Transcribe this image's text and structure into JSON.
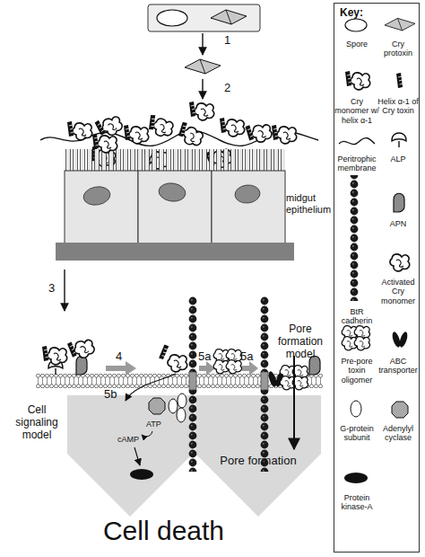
{
  "diagram": {
    "nodes": [
      {
        "text": [
          "Key:"
        ]
      },
      {
        "text": [
          "Pore formation"
        ]
      }
    ],
    "labels": [
      "1",
      "2",
      "midgut epithelium",
      "3",
      "Pore formation model",
      "4",
      "5a",
      "5a",
      "Cell signaling model",
      "5b",
      "ATP",
      "cAMP",
      "Cell death"
    ],
    "legend": [
      {
        "text": "Spore"
      },
      {
        "text": "Cry protoxin"
      },
      {
        "text": "Cry monomer w/ helix α-1"
      },
      {
        "text": "Helix α-1 of Cry toxin"
      },
      {
        "text": "Peritrophic membrane"
      },
      {
        "text": "ALP"
      },
      {
        "text": "BtR cadherin"
      },
      {
        "text": "APN"
      },
      {
        "text": "Activated Cry monomer"
      },
      {
        "text": "Pre-pore toxin oligomer"
      },
      {
        "text": "ABC transporter"
      },
      {
        "text": "G-protein subunit"
      },
      {
        "text": "Adenylyl cyclase"
      },
      {
        "text": "Protein kinase-A"
      }
    ]
  }
}
